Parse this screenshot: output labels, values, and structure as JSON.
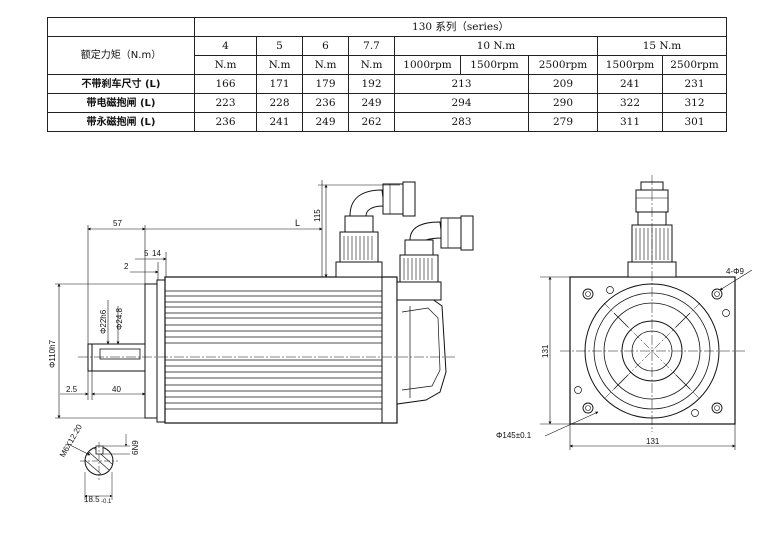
{
  "table": {
    "series_title": "130 系列（series）",
    "rated_torque_label": "额定力矩（N.m）",
    "torques": [
      "4",
      "5",
      "6",
      "7.7"
    ],
    "unit": "N.m",
    "torque_10": "10 N.m",
    "torque_15": "15 N.m",
    "rpm": [
      "1000rpm",
      "1500rpm",
      "2500rpm",
      "1500rpm",
      "2500rpm"
    ],
    "rows": [
      {
        "label": "不带刹车尺寸 (L)",
        "values": [
          "166",
          "171",
          "179",
          "192",
          "213",
          "209",
          "241",
          "231"
        ]
      },
      {
        "label": "带电磁抱闸  (L)",
        "values": [
          "223",
          "228",
          "236",
          "249",
          "294",
          "290",
          "322",
          "312"
        ]
      },
      {
        "label": "带永磁抱闸  (L)",
        "values": [
          "236",
          "241",
          "249",
          "262",
          "283",
          "279",
          "311",
          "301"
        ]
      }
    ]
  },
  "drawing": {
    "dim_57": "57",
    "dim_L": "L",
    "dim_115": "115",
    "dim_5": "5",
    "dim_14": "14",
    "dim_2": "2",
    "dim_d24": "Φ24.8",
    "dim_d22": "Φ22h6",
    "dim_d110": "Φ110h7",
    "dim_25": "2.5",
    "dim_40": "40",
    "dim_m6": "M6X12.20",
    "dim_6n9": "6N9",
    "dim_185": "18.5",
    "dim_185_tol": "-0.1",
    "dim_131_v": "131",
    "dim_131_h": "131",
    "dim_4d9": "4-Φ9",
    "dim_145": "Φ145±0.1"
  }
}
